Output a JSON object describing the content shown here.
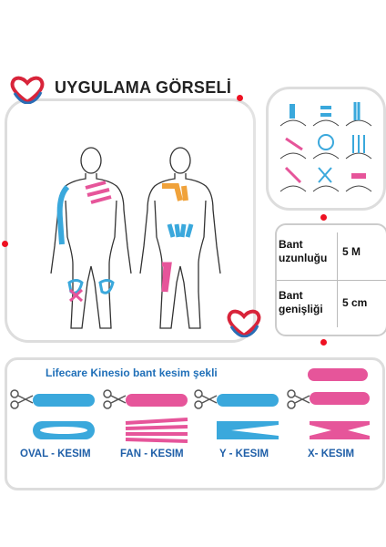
{
  "header": {
    "title": "UYGULAMA GÖRSELİ"
  },
  "specs": {
    "length_label": "Bant uzunluğu",
    "length_value": "5 M",
    "width_label": "Bant genişliği",
    "width_value": "5 cm"
  },
  "cuts": {
    "caption": "Lifecare Kinesio bant kesim şekli",
    "oval": "OVAL - KESIM",
    "fan": "FAN - KESIM",
    "y": "Y - KESIM",
    "x": "X- KESIM"
  },
  "colors": {
    "blue": "#3aa8dc",
    "pink": "#e6559a",
    "orange": "#f0a23a",
    "brand_red": "#d8243a",
    "brand_blue": "#2a6db5"
  }
}
